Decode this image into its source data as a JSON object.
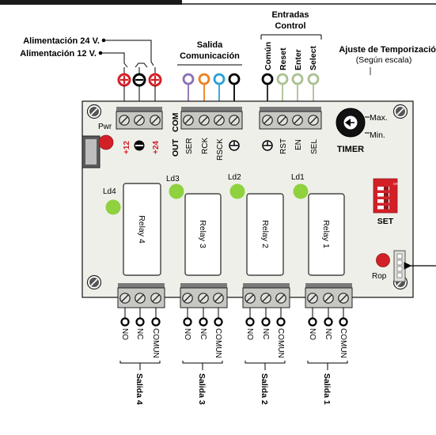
{
  "power": {
    "label_24v": "Alimentación 24 V.",
    "label_12v": "Alimentación 12 V."
  },
  "comms": {
    "title_line1": "Salida",
    "title_line2": "Comunicación",
    "out_label": "OUT",
    "com_label": "COM",
    "pins": [
      "SER",
      "RCK",
      "RSCK",
      "⏚"
    ]
  },
  "inputs": {
    "title_line1": "Entradas",
    "title_line2": "Control",
    "top_labels": [
      "Común",
      "Reset",
      "Enter",
      "Select"
    ],
    "pins": [
      "⏚",
      "RST",
      "EN",
      "SEL"
    ]
  },
  "timer": {
    "title": "Ajuste de Temporización",
    "subtitle": "(Según escala)",
    "max_label": "Max.",
    "min_label": "Min.",
    "name": "TIMER"
  },
  "board": {
    "pwr_label": "Pwr",
    "plus12": "+12",
    "plus24": "+24",
    "set_label": "SET",
    "rop_label": "Rop",
    "dip_on": "ON",
    "leds": [
      "Ld4",
      "Ld3",
      "Ld2",
      "Ld1"
    ],
    "relays": [
      "Relay 4",
      "Relay 3",
      "Relay 2",
      "Relay 1"
    ]
  },
  "outputs": {
    "pin_labels": [
      "NO",
      "NC",
      "COMUN"
    ],
    "salidas": [
      "Salida 4",
      "Salida 3",
      "Salida 2",
      "Salida 1"
    ]
  },
  "colors": {
    "board": "#efefe9",
    "terminal": "#c7c8c3",
    "led_green": "#8fd13f",
    "red": "#d32027",
    "ser_wire": "#8a6fb3",
    "rck_wire": "#f07f20",
    "rsck_wire": "#2a9fd8",
    "input_wire": "#a9c190"
  }
}
